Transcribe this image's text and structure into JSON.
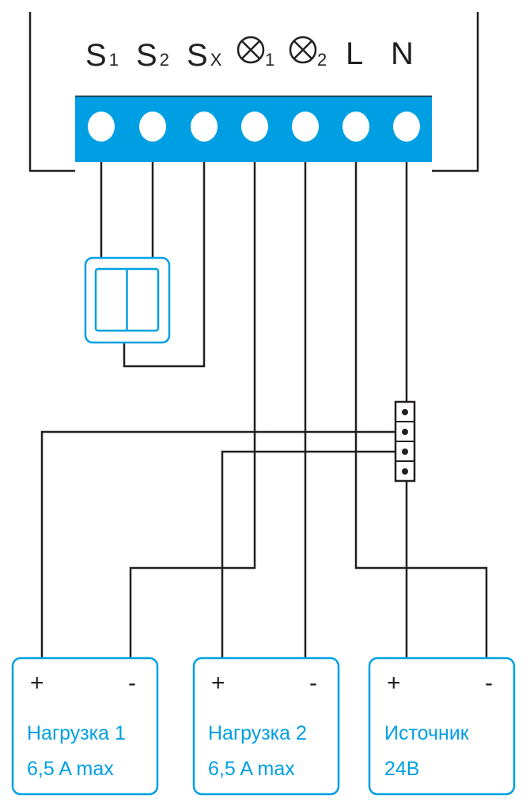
{
  "colors": {
    "accent": "#009fe3",
    "line": "#231f20",
    "hole": "#ffffff"
  },
  "terminals": [
    {
      "id": "s1",
      "symbol": "S",
      "sub": "1"
    },
    {
      "id": "s2",
      "symbol": "S",
      "sub": "2"
    },
    {
      "id": "sx",
      "symbol": "S",
      "sub": "X"
    },
    {
      "id": "lamp1",
      "symbol": "lamp-icon",
      "sub": "1"
    },
    {
      "id": "lamp2",
      "symbol": "lamp-icon",
      "sub": "2"
    },
    {
      "id": "l",
      "symbol": "L",
      "sub": ""
    },
    {
      "id": "n",
      "symbol": "N",
      "sub": ""
    }
  ],
  "loads": [
    {
      "plus": "+",
      "minus": "-",
      "title": "Нагрузка 1",
      "subtitle": "6,5 A max"
    },
    {
      "plus": "+",
      "minus": "-",
      "title": "Нагрузка 2",
      "subtitle": "6,5 A max"
    },
    {
      "plus": "+",
      "minus": "-",
      "title": "Источник",
      "subtitle": "24В"
    }
  ]
}
